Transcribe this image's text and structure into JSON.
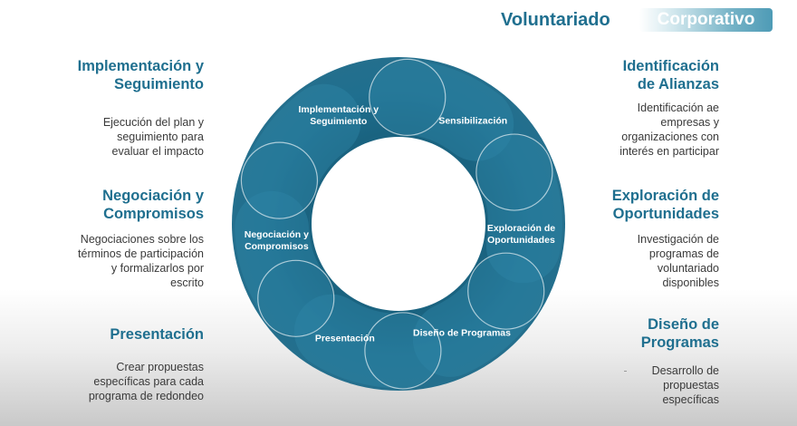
{
  "header": {
    "title": "Voluntariado",
    "badge": "Corporativo"
  },
  "left_blocks": [
    {
      "title": "Implementación y Seguimiento",
      "desc": "Ejecución del plan y seguimiento para evaluar el impacto"
    },
    {
      "title": "Negociación y Compromisos",
      "desc": "Negociaciones sobre los términos de participación y formalizarlos por escrito"
    },
    {
      "title": "Presentación",
      "desc": "Crear propuestas específicas para cada programa de redondeo"
    }
  ],
  "right_blocks": [
    {
      "title": "Identificación de Alianzas",
      "desc": "Identificación ae empresas y organizaciones con interés en participar"
    },
    {
      "title": "Exploración de Oportunidades",
      "desc": "Investigación de programas de voluntariado disponibles"
    },
    {
      "title": "Diseño de Programas",
      "desc": "Desarrollo de propuestas específicas"
    }
  ],
  "cycle": {
    "segments": [
      {
        "label": "Sensibilización"
      },
      {
        "label": "Exploración de Oportunidades"
      },
      {
        "label": "Diseño de Programas"
      },
      {
        "label": "Presentación"
      },
      {
        "label": "Negociación y Compromisos"
      },
      {
        "label": "Implementación y Seguimiento"
      }
    ]
  },
  "colors": {
    "ring": "#1f6f8f",
    "ring_dark": "#195d79",
    "ring_highlight": "#2f86a6",
    "title": "#1f6f8f",
    "text": "#3a3a3a"
  }
}
